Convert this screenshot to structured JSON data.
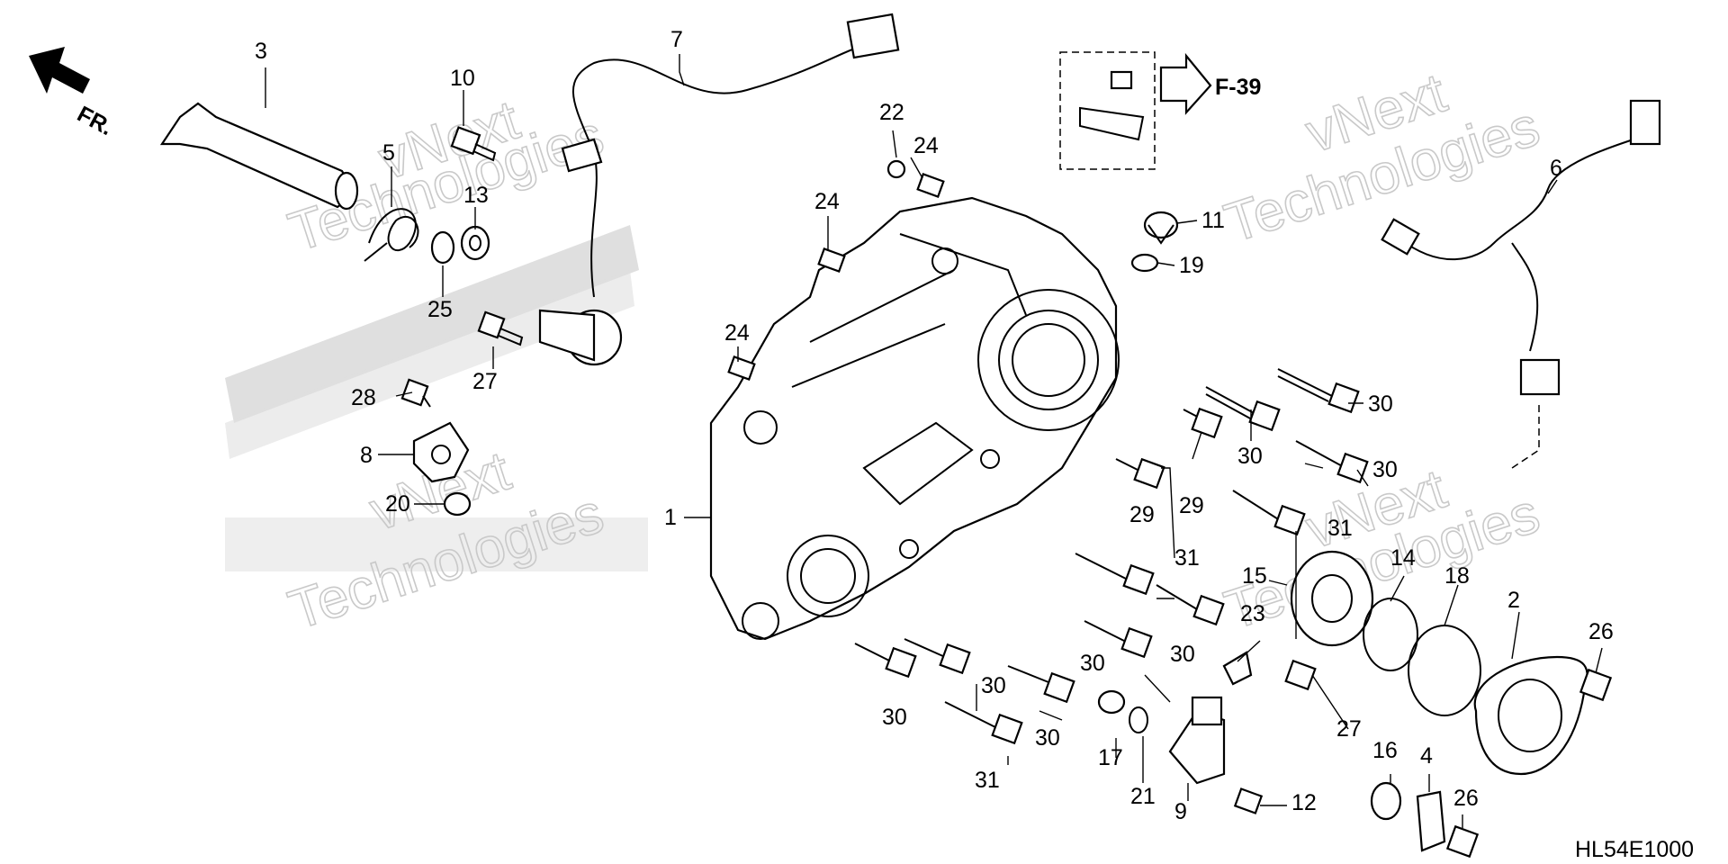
{
  "diagram": {
    "direction_label": "FR.",
    "reference_label": "F-39",
    "diagram_code": "HL54E1000",
    "watermark": {
      "line1": "vNext",
      "line2": "Technologies"
    },
    "callouts": [
      "1",
      "2",
      "3",
      "4",
      "5",
      "6",
      "7",
      "8",
      "9",
      "10",
      "11",
      "12",
      "13",
      "14",
      "15",
      "16",
      "17",
      "18",
      "19",
      "20",
      "21",
      "22",
      "23",
      "24",
      "25",
      "26",
      "27",
      "28",
      "29",
      "30",
      "31"
    ]
  }
}
